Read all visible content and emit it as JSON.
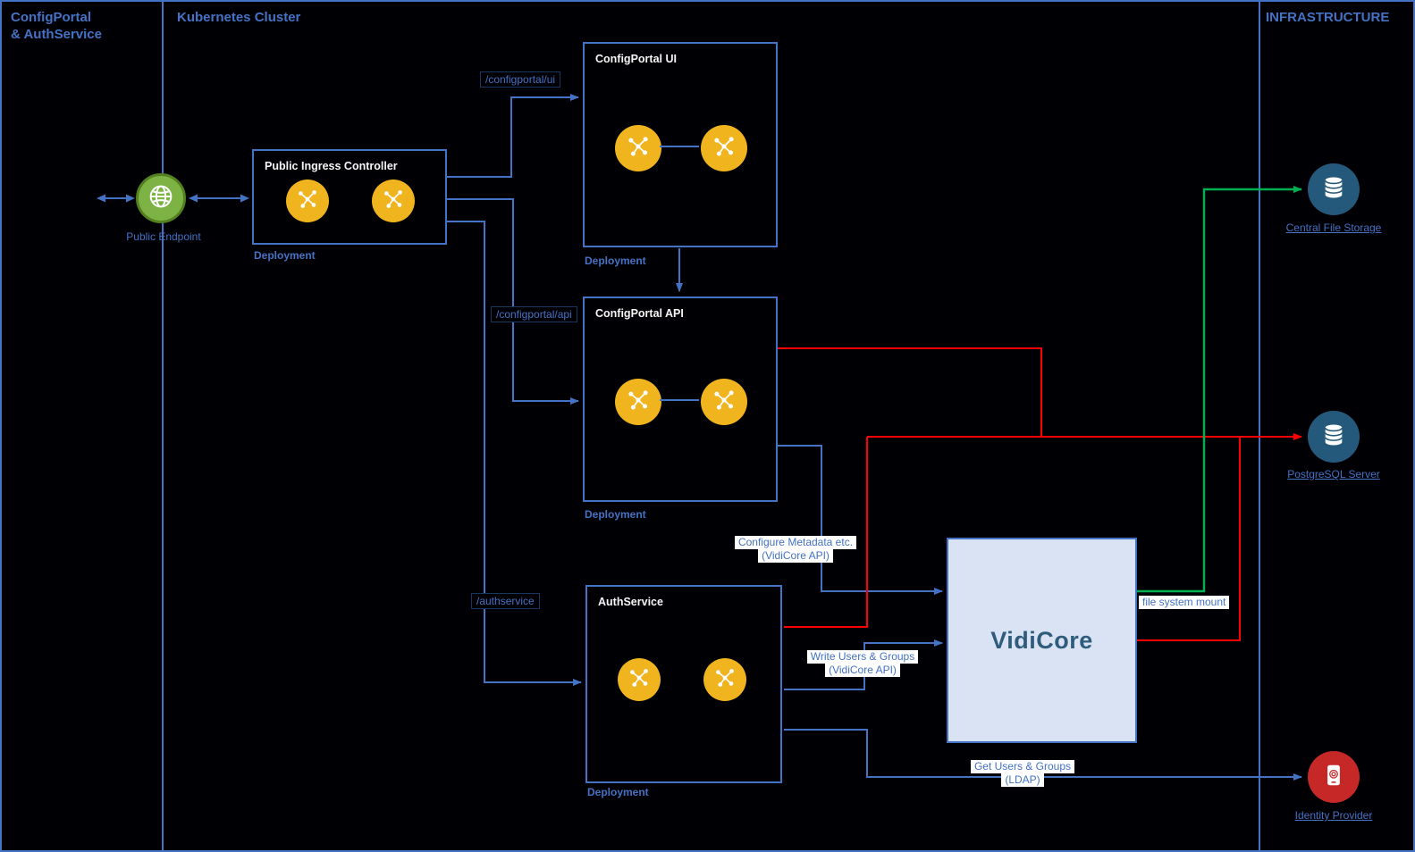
{
  "sections": {
    "left_panel": {
      "title_line1": "ConfigPortal",
      "title_line2": "& AuthService"
    },
    "cluster": {
      "title": "Kubernetes Cluster"
    },
    "infrastructure": {
      "title": "INFRASTRUCTURE"
    }
  },
  "nodes": {
    "public_endpoint": {
      "label": "Public Endpoint"
    },
    "ingress": {
      "title": "Public Ingress Controller",
      "sublabel": "Deployment"
    },
    "configportal_ui": {
      "title": "ConfigPortal UI",
      "sublabel": "Deployment"
    },
    "configportal_api": {
      "title": "ConfigPortal API",
      "sublabel": "Deployment"
    },
    "authservice": {
      "title": "AuthService",
      "sublabel": "Deployment"
    },
    "vidicore": {
      "title": "VidiCore"
    },
    "central_file_storage": {
      "label": "Central File Storage"
    },
    "postgresql": {
      "label": "PostgreSQL Server"
    },
    "identity_provider": {
      "label": "Identity Provider"
    }
  },
  "edges": {
    "route_ui": "/configportal/ui",
    "route_api": "/configportal/api",
    "route_auth": "/authservice",
    "configure_metadata_line1": "Configure Metadata etc.",
    "configure_metadata_line2": "(VidiCore API)",
    "write_users_line1": "Write Users & Groups",
    "write_users_line2": "(VidiCore API)",
    "get_users_line1": "Get Users & Groups",
    "get_users_line2": "(LDAP)",
    "fs_mount": "file system mount"
  },
  "icons": {
    "pod": "pod-icon",
    "globe": "globe-icon",
    "database": "database-icon",
    "identity": "fingerprint-phone-icon"
  },
  "colors": {
    "accent": "#4472C4",
    "red": "#FF0000",
    "green": "#00B050",
    "pod_yellow": "#F0B41F",
    "endpoint_green": "#7CB344",
    "infra_blue": "#25597C",
    "infra_red": "#C62828",
    "vidicore_fill": "#DAE3F3",
    "vidicore_text": "#2F5B7C"
  }
}
